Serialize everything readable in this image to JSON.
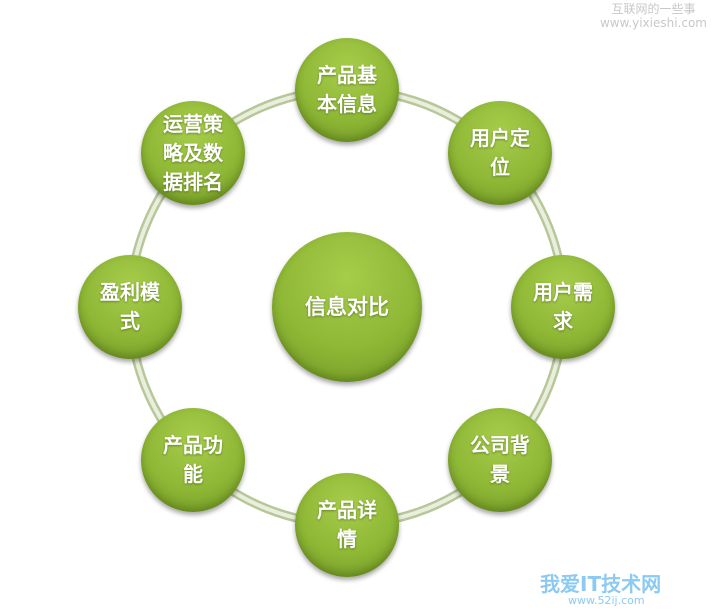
{
  "center": {
    "label": "信息对比"
  },
  "nodes": [
    {
      "lines": [
        "产品基",
        "本信息"
      ]
    },
    {
      "lines": [
        "用户定",
        "位"
      ]
    },
    {
      "lines": [
        "用户需",
        "求"
      ]
    },
    {
      "lines": [
        "公司背",
        "景"
      ]
    },
    {
      "lines": [
        "产品详",
        "情"
      ]
    },
    {
      "lines": [
        "产品功",
        "能"
      ]
    },
    {
      "lines": [
        "盈利模",
        "式"
      ]
    },
    {
      "lines": [
        "运营策",
        "略及数",
        "据排名"
      ]
    }
  ],
  "watermarks": {
    "top": {
      "title": "互联网的一些事",
      "url": "www.yixieshi.com"
    },
    "bottom": {
      "title": "我爱IT技术网",
      "url": "www.52ij.com"
    }
  },
  "colors": {
    "node": "#8fb836",
    "ring": "#c9d6b0"
  }
}
